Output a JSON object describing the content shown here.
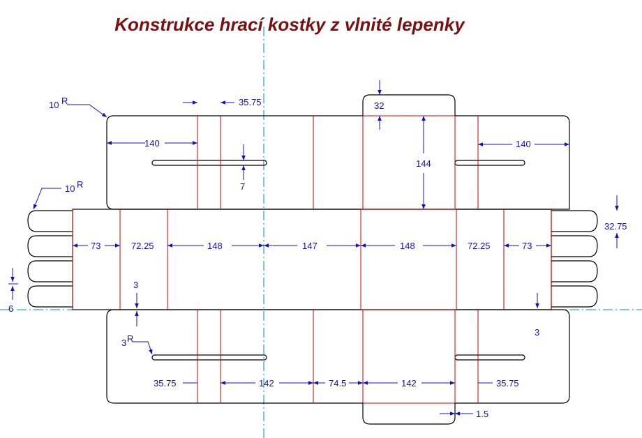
{
  "title": "Konstrukce hrací kostky z vlnité lepenky",
  "radius_labels": {
    "top_left": "10",
    "left_tabs": "10",
    "slot": "3",
    "superscript": "R"
  },
  "dimensions": {
    "top_flap_left_width": "140",
    "top_slot_gap": "35.75",
    "top_tab_height": "32",
    "top_panel_height": "144",
    "top_flap_right_width": "140",
    "slot_width": "7",
    "tab_pitch": "32.75",
    "vertical_tab_small": "6",
    "row_a": "73",
    "row_b": "72.25",
    "row_c": "148",
    "row_d": "147",
    "row_e": "148",
    "row_f": "72.25",
    "row_g": "73",
    "left_offset": "3",
    "right_offset": "3",
    "bottom_left": "35.75",
    "bottom_a": "142",
    "bottom_b": "74.5",
    "bottom_c": "142",
    "bottom_right": "35.75",
    "bottom_tab_gap": "1.5"
  }
}
